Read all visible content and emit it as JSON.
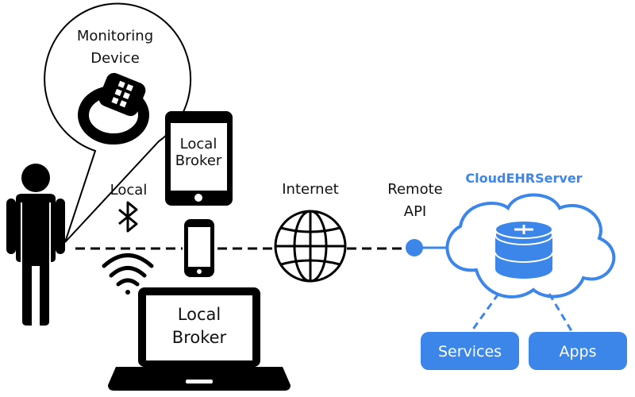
{
  "diagram": {
    "labels": {
      "monitoring_device_line1": "Monitoring",
      "monitoring_device_line2": "Device",
      "tablet_line1": "Local",
      "tablet_line2": "Broker",
      "local": "Local",
      "internet": "Internet",
      "remote_api_line1": "Remote",
      "remote_api_line2": "API",
      "cloud_server": "CloudEHRServer",
      "laptop_line1": "Local",
      "laptop_line2": "Broker",
      "services": "Services",
      "apps": "Apps"
    },
    "icons": {
      "person": "person-icon",
      "wristband": "wristband-icon",
      "tablet": "tablet-icon",
      "phone": "smartphone-icon",
      "laptop": "laptop-icon",
      "bluetooth": "bluetooth-icon",
      "wifi": "wifi-icon",
      "globe": "globe-icon",
      "cloud": "cloud-icon",
      "database": "database-icon"
    },
    "colors": {
      "accent": "#3b86e8",
      "ink": "#000000",
      "background": "#ffffff"
    }
  }
}
